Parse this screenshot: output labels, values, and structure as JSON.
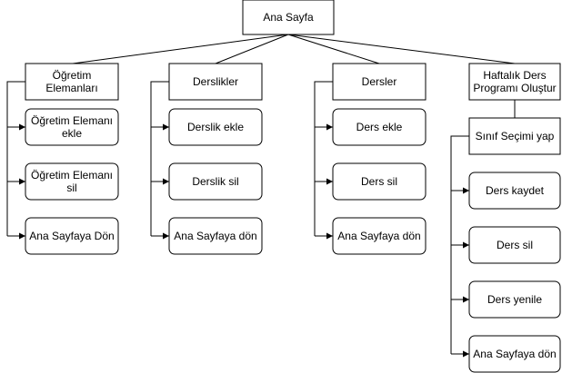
{
  "diagram": {
    "root": {
      "label": "Ana Sayfa"
    },
    "branches": [
      {
        "label": [
          "Öğretim",
          "Elemanları"
        ],
        "children": [
          {
            "label": [
              "Öğretim Elemanı",
              "ekle"
            ]
          },
          {
            "label": [
              "Öğretim Elemanı",
              "sil"
            ]
          },
          {
            "label": [
              "Ana Sayfaya Dön"
            ]
          }
        ]
      },
      {
        "label": [
          "Derslikler"
        ],
        "children": [
          {
            "label": [
              "Derslik ekle"
            ]
          },
          {
            "label": [
              "Derslik sil"
            ]
          },
          {
            "label": [
              "Ana Sayfaya dön"
            ]
          }
        ]
      },
      {
        "label": [
          "Dersler"
        ],
        "children": [
          {
            "label": [
              "Ders ekle"
            ]
          },
          {
            "label": [
              "Ders sil"
            ]
          },
          {
            "label": [
              "Ana Sayfaya dön"
            ]
          }
        ]
      },
      {
        "label": [
          "Haftalık Ders",
          "Programı Oluştur"
        ],
        "sub": {
          "label": [
            "Sınıf Seçimi yap"
          ],
          "children": [
            {
              "label": [
                "Ders kaydet"
              ]
            },
            {
              "label": [
                "Ders sil"
              ]
            },
            {
              "label": [
                "Ders yenile"
              ]
            },
            {
              "label": [
                "Ana Sayfaya dön"
              ]
            }
          ]
        }
      }
    ]
  }
}
